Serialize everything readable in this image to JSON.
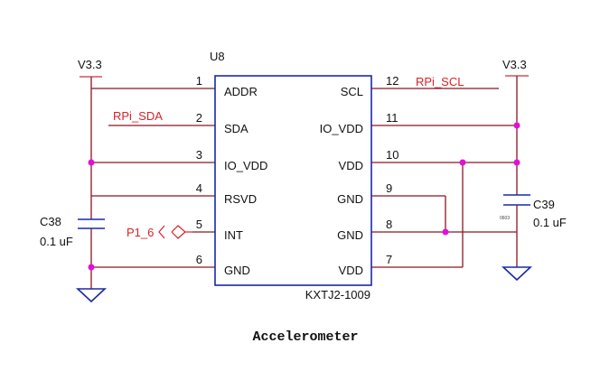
{
  "part": {
    "ref": "U8",
    "value": "KXTJ2-1009",
    "left_pins": [
      {
        "num": "1",
        "name": "ADDR"
      },
      {
        "num": "2",
        "name": "SDA"
      },
      {
        "num": "3",
        "name": "IO_VDD"
      },
      {
        "num": "4",
        "name": "RSVD"
      },
      {
        "num": "5",
        "name": "INT"
      },
      {
        "num": "6",
        "name": "GND"
      }
    ],
    "right_pins": [
      {
        "num": "12",
        "name": "SCL"
      },
      {
        "num": "11",
        "name": "IO_VDD"
      },
      {
        "num": "10",
        "name": "VDD"
      },
      {
        "num": "9",
        "name": "GND"
      },
      {
        "num": "8",
        "name": "GND"
      },
      {
        "num": "7",
        "name": "VDD"
      }
    ]
  },
  "power": {
    "left": "V3.3",
    "right": "V3.3"
  },
  "nets": {
    "sda": "RPi_SDA",
    "scl": "RPi_SCL",
    "int": "P1_6"
  },
  "c38": {
    "ref": "C38",
    "value": "0.1 uF"
  },
  "c39": {
    "ref": "C39",
    "value": "0.1 uF",
    "package": "0603"
  },
  "caption": "Accelerometer",
  "colors": {
    "wire": "#8a1620",
    "body": "#1a28a8",
    "net_label": "#d8222a",
    "junction": "#e010d8"
  }
}
